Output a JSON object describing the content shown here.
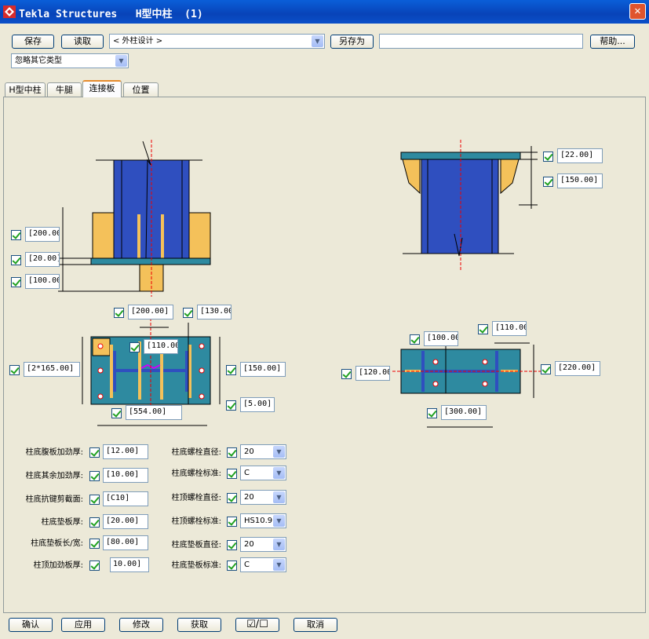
{
  "window": {
    "title": "Tekla Structures   H型中柱  (1)",
    "close": "✕"
  },
  "toolbar": {
    "save_label": "保存",
    "load_label": "读取",
    "preset_value": "< 外柱设计 >",
    "save_as_label": "另存为",
    "save_as_value": "",
    "help_label": "帮助...",
    "filter_value": "忽略其它类型"
  },
  "tabs": [
    {
      "label": "H型中柱"
    },
    {
      "label": "牛腿"
    },
    {
      "label": "连接板"
    },
    {
      "label": "位置"
    }
  ],
  "dims": {
    "left_top": {
      "d200": "[200.00",
      "d20": "[20.00]",
      "d100": "[100.00"
    },
    "right_top": {
      "d22": "[22.00]",
      "d150": "[150.00]"
    },
    "left_plan": {
      "d200": "[200.00]",
      "d130": "[130.00",
      "d110": "[110.00",
      "d2x165": "[2*165.00]",
      "d150": "[150.00]",
      "d554": "[554.00]",
      "d5": "[5.00]"
    },
    "right_plan": {
      "d100": "[100.00",
      "d110": "[110.00",
      "d120": "[120.00",
      "d220": "[220.00]",
      "d300": "[300.00]"
    }
  },
  "form": {
    "rows": [
      {
        "label": "柱底腹板加劲厚:",
        "value": "[12.00]",
        "label2": "柱底螺栓直径:",
        "value2": "20"
      },
      {
        "label": "柱底其余加劲厚:",
        "value": "[10.00]",
        "label2": "柱底螺栓标准:",
        "value2": "C"
      },
      {
        "label": "柱底抗键剪截面:",
        "value": "[C10]",
        "label2": "柱顶螺栓直径:",
        "value2": "20"
      },
      {
        "label": "柱底垫板厚:",
        "value": "[20.00]",
        "label2": "柱顶螺栓标准:",
        "value2": "HS10.9"
      },
      {
        "label": "柱底垫板长/宽:",
        "value": "[80.00]",
        "label2": "柱底垫板直径:",
        "value2": "20"
      },
      {
        "label": "柱顶加劲板厚:",
        "value": "10.00]",
        "label2": "柱底垫板标准:",
        "value2": "C"
      }
    ]
  },
  "bottom": {
    "ok": "确认",
    "apply": "应用",
    "modify": "修改",
    "get": "获取",
    "toggle": "☑/☐",
    "cancel": "取消"
  },
  "colors": {
    "column_blue": "#2f4fbf",
    "plate_teal": "#2e8aa0",
    "stiffener_orange": "#f4c15a",
    "accent_tab": "#e68b2c"
  }
}
